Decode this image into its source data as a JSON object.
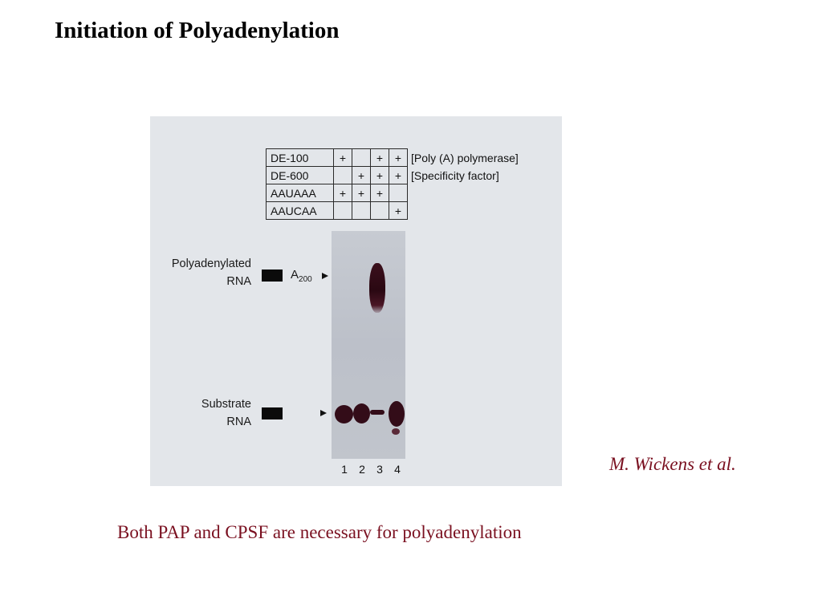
{
  "slide": {
    "title": "Initiation of Polyadenylation",
    "citation": "M. Wickens et al.",
    "caption": "Both PAP and CPSF are necessary for polyadenylation"
  },
  "figure": {
    "conditions": [
      {
        "name": "DE-100",
        "marks": [
          "+",
          "",
          "+",
          "+"
        ],
        "description": "[Poly (A) polymerase]"
      },
      {
        "name": "DE-600",
        "marks": [
          "",
          "+",
          "+",
          "+"
        ],
        "description": "[Specificity factor]"
      },
      {
        "name": "AAUAAA",
        "marks": [
          "+",
          "+",
          "+",
          ""
        ],
        "description": ""
      },
      {
        "name": "AAUCAA",
        "marks": [
          "",
          "",
          "",
          "+"
        ],
        "description": ""
      }
    ],
    "labels": {
      "polyadenylated_line1": "Polyadenylated",
      "polyadenylated_line2": "RNA",
      "substrate_line1": "Substrate",
      "substrate_line2": "RNA",
      "a200_base": "A",
      "a200_sub": "200"
    },
    "lanes": [
      "1",
      "2",
      "3",
      "4"
    ]
  }
}
